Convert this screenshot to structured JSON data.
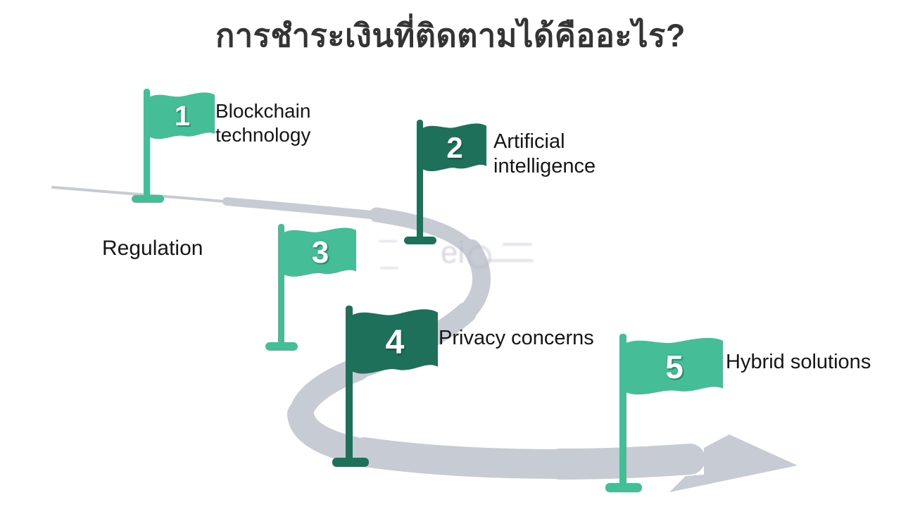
{
  "title": "การชำระเงินที่ติดตามได้คืออะไร?",
  "flags": [
    {
      "number": "1",
      "label": "Blockchain technology",
      "variant": "light"
    },
    {
      "number": "2",
      "label": "Artificial intelligence",
      "variant": "dark"
    },
    {
      "number": "3",
      "label": "Regulation",
      "variant": "light"
    },
    {
      "number": "4",
      "label": "Privacy concerns",
      "variant": "dark"
    },
    {
      "number": "5",
      "label": "Hybrid solutions",
      "variant": "light"
    }
  ],
  "watermark": {
    "text": "ei"
  },
  "colors": {
    "light_green": "#45BE97",
    "dark_green": "#1E705A",
    "road_gray": "#C6CBD4",
    "title_text": "#343434",
    "label_text": "#161616",
    "number_text": "#FFFFFF"
  }
}
